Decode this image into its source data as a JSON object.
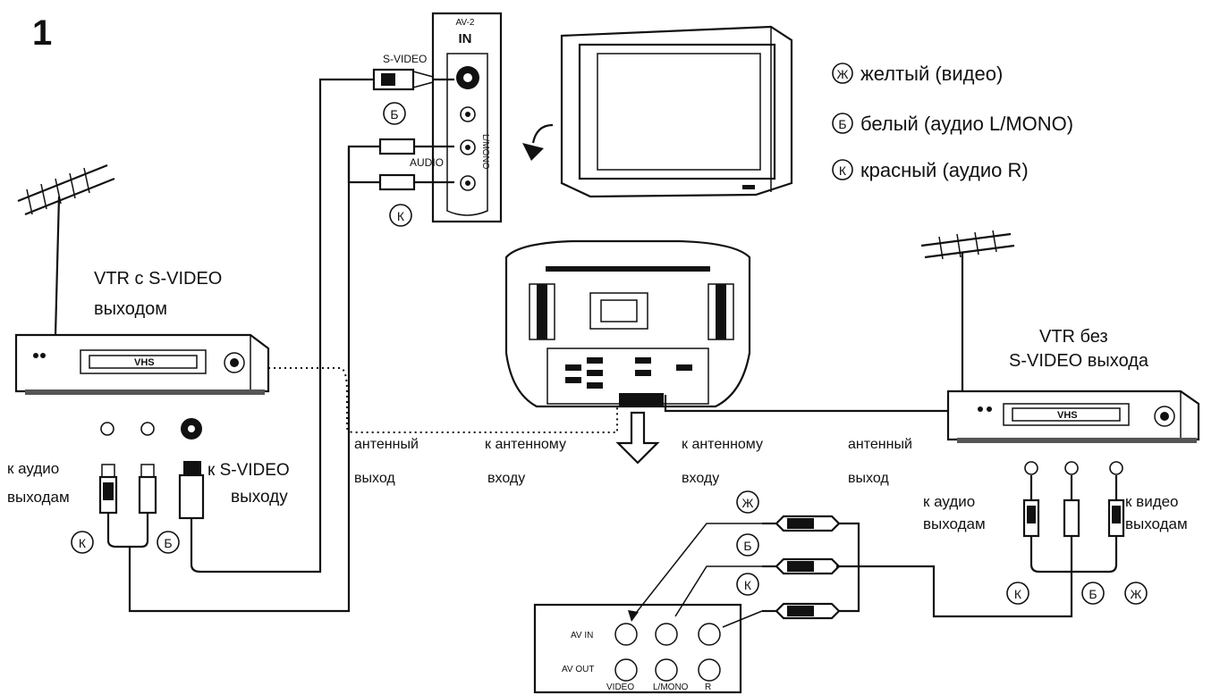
{
  "figure_number": "1",
  "legend": [
    {
      "symbol": "Ж",
      "text": "желтый (видео)"
    },
    {
      "symbol": "Б",
      "text": "белый (аудио L/MONO)"
    },
    {
      "symbol": "К",
      "text": "красный (аудио R)"
    }
  ],
  "av2_panel": {
    "line1": "AV-2",
    "line2": "IN",
    "svideo": "S-VIDEO",
    "audio": "AUDIO",
    "side": "L/MONO"
  },
  "vcr_left": {
    "caption_line1": "VTR с S-VIDEO",
    "caption_line2": "выходом",
    "display": "VHS"
  },
  "vcr_right": {
    "caption_line1": "VTR без",
    "caption_line2": "S-VIDEO выхода",
    "display": "VHS"
  },
  "labels": {
    "to_audio_outputs_l1": "к аудио",
    "to_audio_outputs_l2": "выходам",
    "to_svideo_output_l1": "к S-VIDEO",
    "to_svideo_output_l2": "выходу",
    "antenna_out_l1": "антенный",
    "antenna_out_l2": "выход",
    "to_antenna_in_l1": "к антенному",
    "to_antenna_in_l2": "входу",
    "to_video_outputs_l1": "к видео",
    "to_video_outputs_l2": "выходам"
  },
  "markers": {
    "k": "К",
    "b": "Б",
    "zh": "Ж"
  },
  "av_panel": {
    "av_in": "AV IN",
    "av_out": "AV OUT",
    "video": "VIDEO",
    "lmono": "L/MONO",
    "r": "R"
  }
}
